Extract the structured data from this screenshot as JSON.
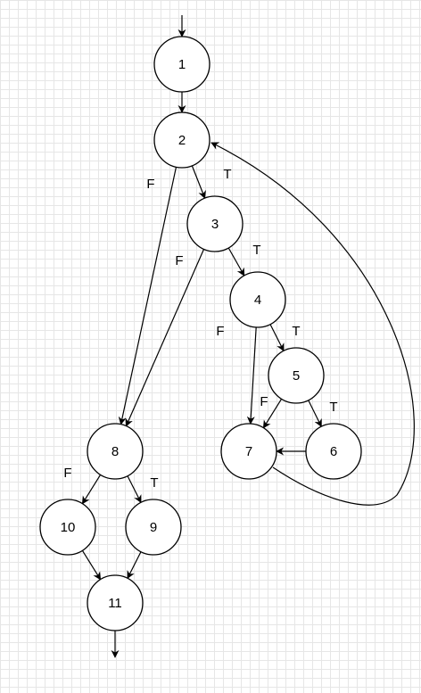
{
  "diagram": {
    "type": "control-flow-graph",
    "nodes": [
      {
        "id": "1",
        "label": "1"
      },
      {
        "id": "2",
        "label": "2"
      },
      {
        "id": "3",
        "label": "3"
      },
      {
        "id": "4",
        "label": "4"
      },
      {
        "id": "5",
        "label": "5"
      },
      {
        "id": "6",
        "label": "6"
      },
      {
        "id": "7",
        "label": "7"
      },
      {
        "id": "8",
        "label": "8"
      },
      {
        "id": "9",
        "label": "9"
      },
      {
        "id": "10",
        "label": "10"
      },
      {
        "id": "11",
        "label": "11"
      }
    ],
    "edges": [
      {
        "from": "entry",
        "to": "1",
        "label": ""
      },
      {
        "from": "1",
        "to": "2",
        "label": ""
      },
      {
        "from": "2",
        "to": "3",
        "label": "T"
      },
      {
        "from": "2",
        "to": "8",
        "label": "F"
      },
      {
        "from": "3",
        "to": "4",
        "label": "T"
      },
      {
        "from": "3",
        "to": "8",
        "label": "F"
      },
      {
        "from": "4",
        "to": "5",
        "label": "T"
      },
      {
        "from": "4",
        "to": "7",
        "label": "F"
      },
      {
        "from": "5",
        "to": "6",
        "label": "T"
      },
      {
        "from": "5",
        "to": "7",
        "label": "F"
      },
      {
        "from": "6",
        "to": "7",
        "label": ""
      },
      {
        "from": "7",
        "to": "2",
        "label": ""
      },
      {
        "from": "8",
        "to": "9",
        "label": "T"
      },
      {
        "from": "8",
        "to": "10",
        "label": "F"
      },
      {
        "from": "9",
        "to": "11",
        "label": ""
      },
      {
        "from": "10",
        "to": "11",
        "label": ""
      },
      {
        "from": "11",
        "to": "exit",
        "label": ""
      }
    ]
  },
  "colors": {
    "stroke": "#000000",
    "fill": "#ffffff",
    "grid": "#e6e6e6"
  }
}
